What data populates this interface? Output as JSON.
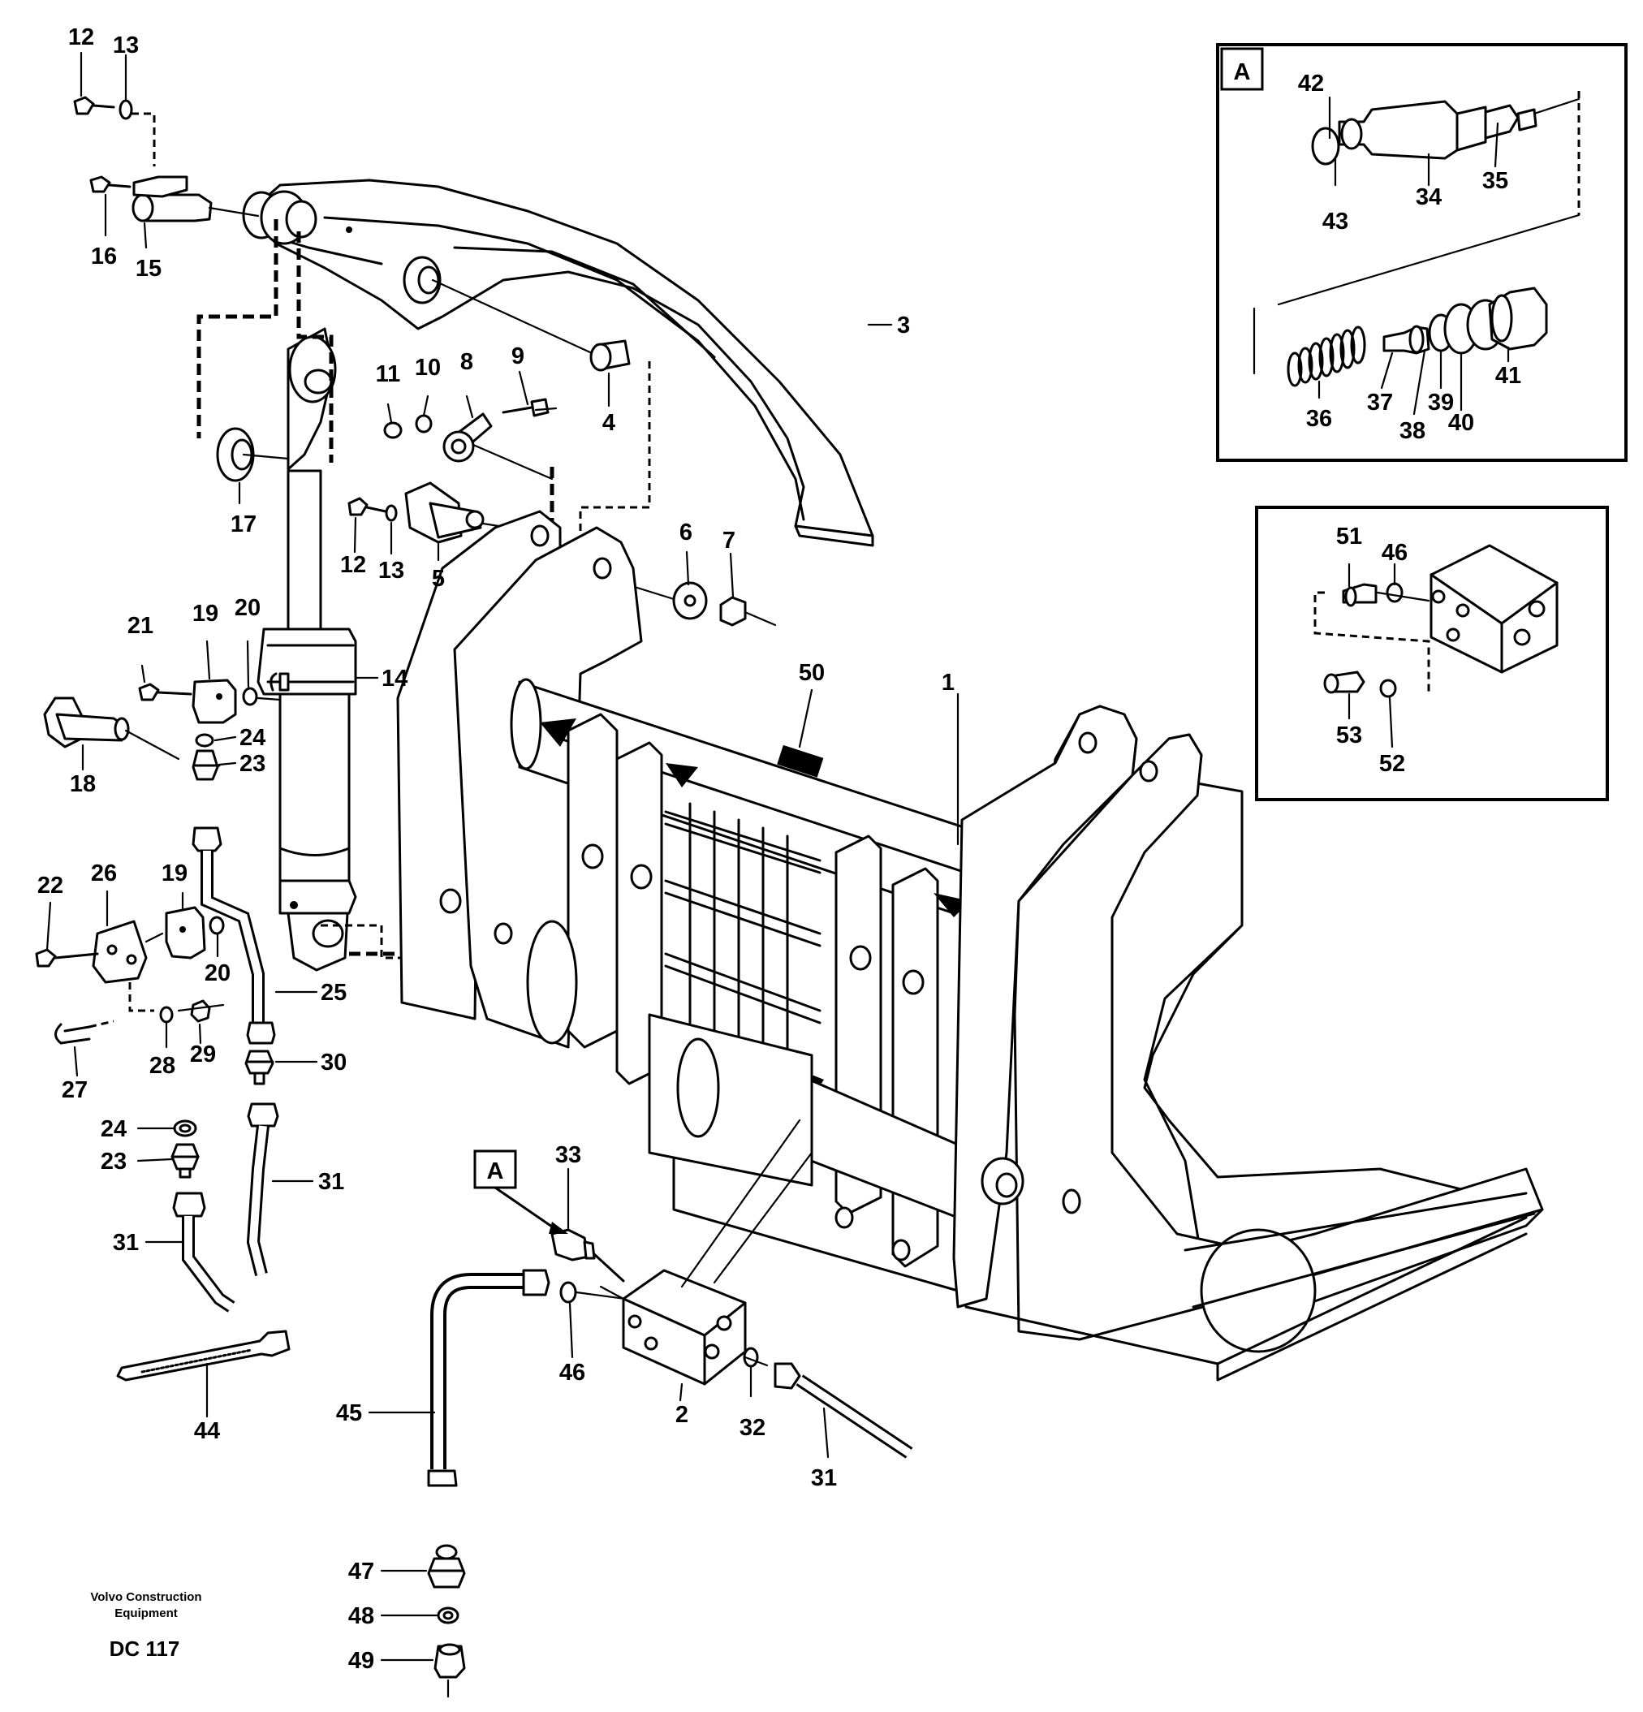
{
  "credit": {
    "line1": "Volvo Construction",
    "line2": "Equipment",
    "code": "DC 117"
  },
  "detail_tag": "A",
  "part_labels": [
    "1",
    "2",
    "3",
    "4",
    "5",
    "6",
    "7",
    "8",
    "9",
    "10",
    "11",
    "12",
    "13",
    "14",
    "15",
    "16",
    "17",
    "18",
    "19",
    "20",
    "21",
    "22",
    "23",
    "24",
    "25",
    "26",
    "27",
    "28",
    "29",
    "30",
    "31",
    "32",
    "33",
    "34",
    "35",
    "36",
    "37",
    "38",
    "39",
    "40",
    "41",
    "42",
    "43",
    "44",
    "45",
    "46",
    "47",
    "48",
    "49",
    "50",
    "51",
    "52",
    "53"
  ],
  "labels": {
    "l12a": "12",
    "l13a": "13",
    "l16": "16",
    "l15": "15",
    "l3": "3",
    "l4": "4",
    "l11": "11",
    "l10": "10",
    "l8": "8",
    "l9": "9",
    "l17": "17",
    "l12b": "12",
    "l13b": "13",
    "l5": "5",
    "l6": "6",
    "l7": "7",
    "l21": "21",
    "l19a": "19",
    "l20a": "20",
    "l14": "14",
    "l24a": "24",
    "l23a": "23",
    "l18": "18",
    "l50": "50",
    "l1": "1",
    "l22": "22",
    "l26": "26",
    "l19b": "19",
    "l20b": "20",
    "l25": "25",
    "l27": "27",
    "l28": "28",
    "l29": "29",
    "l30": "30",
    "l24b": "24",
    "l23b": "23",
    "l31a": "31",
    "l31b": "31",
    "l33": "33",
    "l46a": "46",
    "l2": "2",
    "l32": "32",
    "l31c": "31",
    "l44": "44",
    "l45": "45",
    "l47": "47",
    "l48": "48",
    "l49": "49",
    "l42": "42",
    "l43": "43",
    "l34": "34",
    "l35": "35",
    "l36": "36",
    "l37": "37",
    "l38": "38",
    "l39": "39",
    "l40": "40",
    "l41": "41",
    "l51": "51",
    "l46b": "46",
    "l53": "53",
    "l52": "52"
  }
}
